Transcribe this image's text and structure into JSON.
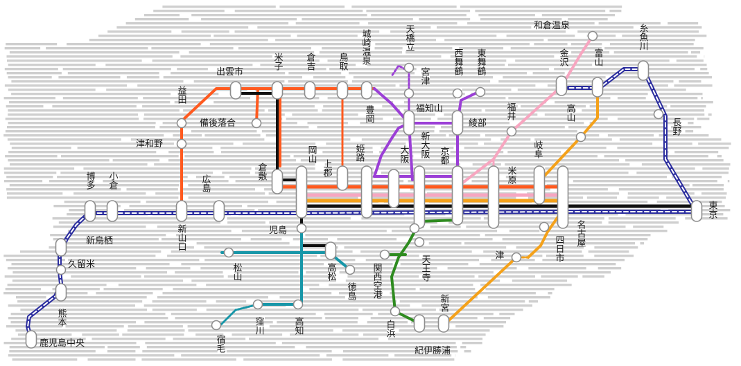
{
  "colors": {
    "land": "#cfcfcf",
    "sanyo": "#ff5a1f",
    "hakubi": "#111111",
    "kinki": "#9b3fd6",
    "hokuriku": "#f7a6c0",
    "takayama": "#f4a11a",
    "kansai": "#2e8b1f",
    "shikoku": "#1796a8",
    "shinkansen": "#2b2d9e"
  },
  "stations": [
    {
      "id": "kagoshima",
      "name": "鹿児島中央"
    },
    {
      "id": "kumamoto",
      "name": "熊本"
    },
    {
      "id": "kurume",
      "name": "久留米"
    },
    {
      "id": "shintosu",
      "name": "新鳥栖"
    },
    {
      "id": "hakata",
      "name": "博多"
    },
    {
      "id": "kokura",
      "name": "小倉"
    },
    {
      "id": "shinyamaguchi",
      "name": "新山口"
    },
    {
      "id": "hiroshima",
      "name": "広島"
    },
    {
      "id": "masuda",
      "name": "益田"
    },
    {
      "id": "tsuwano",
      "name": "津和野"
    },
    {
      "id": "izumoshi",
      "name": "出雲市"
    },
    {
      "id": "bingoochiai",
      "name": "備後落合"
    },
    {
      "id": "yonago",
      "name": "米子"
    },
    {
      "id": "kurayoshi",
      "name": "倉吉"
    },
    {
      "id": "tottori",
      "name": "鳥取"
    },
    {
      "id": "kinosaki",
      "name": "城崎温泉"
    },
    {
      "id": "amanohashidate",
      "name": "天橋立"
    },
    {
      "id": "miyazu",
      "name": "宮津"
    },
    {
      "id": "nishimaizuru",
      "name": "西舞鶴"
    },
    {
      "id": "higashimaizuru",
      "name": "東舞鶴"
    },
    {
      "id": "fukuchiyama",
      "name": "福知山"
    },
    {
      "id": "toyooka",
      "name": "豊岡"
    },
    {
      "id": "ayabe",
      "name": "綾部"
    },
    {
      "id": "kurashiki",
      "name": "倉敷"
    },
    {
      "id": "okayama",
      "name": "岡山"
    },
    {
      "id": "kamigori",
      "name": "上郡"
    },
    {
      "id": "himeji",
      "name": "姫路"
    },
    {
      "id": "osaka",
      "name": "大阪"
    },
    {
      "id": "shinosaka",
      "name": "新大阪"
    },
    {
      "id": "kyoto",
      "name": "京都"
    },
    {
      "id": "fukui",
      "name": "福井"
    },
    {
      "id": "maibara",
      "name": "米原"
    },
    {
      "id": "gifu",
      "name": "岐阜"
    },
    {
      "id": "takayama",
      "name": "高山"
    },
    {
      "id": "nagoya",
      "name": "名古屋"
    },
    {
      "id": "kanazawa",
      "name": "金沢"
    },
    {
      "id": "wakura",
      "name": "和倉温泉"
    },
    {
      "id": "toyama",
      "name": "富山"
    },
    {
      "id": "itoigawa",
      "name": "糸魚川"
    },
    {
      "id": "nagano",
      "name": "長野"
    },
    {
      "id": "tokyo",
      "name": "東京"
    },
    {
      "id": "kojima",
      "name": "児島"
    },
    {
      "id": "matsuyama",
      "name": "松山"
    },
    {
      "id": "takamatsu",
      "name": "高松"
    },
    {
      "id": "tokushima",
      "name": "徳島"
    },
    {
      "id": "kubokawa",
      "name": "窪川"
    },
    {
      "id": "kochi",
      "name": "高知"
    },
    {
      "id": "sukumo",
      "name": "宿毛"
    },
    {
      "id": "kansaikuko",
      "name": "関西空港"
    },
    {
      "id": "tennoji",
      "name": "天王寺"
    },
    {
      "id": "shirahama",
      "name": "白浜"
    },
    {
      "id": "shingu",
      "name": "新宮"
    },
    {
      "id": "kiikatsuura",
      "name": "紀伊勝浦"
    },
    {
      "id": "tsu",
      "name": "津"
    },
    {
      "id": "yokkaichi",
      "name": "四日市"
    }
  ]
}
